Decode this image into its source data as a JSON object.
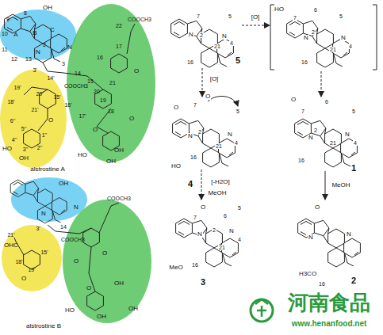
{
  "diagram": {
    "labels": [
      "OH",
      "9",
      "8",
      "10",
      "A",
      "B",
      "C",
      "11",
      "12",
      "13",
      "2",
      "N",
      "N",
      "3'",
      "3",
      "14",
      "15",
      "16",
      "17",
      "22",
      "COOCH3",
      "O",
      "21",
      "20",
      "19",
      "18",
      "14'",
      "15'",
      "COOCH3",
      "16'",
      "17'",
      "20'",
      "19'",
      "18'",
      "21'",
      "O",
      "O",
      "O",
      "6''",
      "5''",
      "4''",
      "1''",
      "2''",
      "3''",
      "HO",
      "OH",
      "OH",
      "HO",
      "OH",
      "alstrostine A",
      "OH",
      "N",
      "N",
      "3'",
      "14",
      "COOCH3",
      "21'",
      "OHC",
      "COOCH3",
      "15'",
      "18'",
      "19'",
      "O",
      "O",
      "O",
      "O",
      "OH",
      "HO",
      "OH",
      "OH",
      "alstrostine B",
      "7",
      "5",
      "2",
      "N",
      "N",
      "4",
      "21",
      "16",
      "5",
      "HO",
      "7",
      "6",
      "5",
      "2",
      "N",
      "21",
      "N",
      "4",
      "16",
      "[O]",
      "[O]",
      "O",
      "7",
      "O",
      "5",
      "2",
      "N",
      "N",
      "4",
      "21",
      "HO",
      "16",
      "4",
      "[-H2O]",
      "MeOH",
      "O",
      "7",
      "6",
      "5",
      "2",
      "N",
      "21",
      "N",
      "4",
      "16",
      "1",
      "MeOH",
      "O",
      "7",
      "6",
      "5",
      "2",
      "N",
      "N",
      "4",
      "21",
      "MeO",
      "16",
      "3",
      "O",
      "N",
      "N",
      "H3CO",
      "16",
      "2",
      "河南食品",
      "www.henanfood.net"
    ]
  }
}
